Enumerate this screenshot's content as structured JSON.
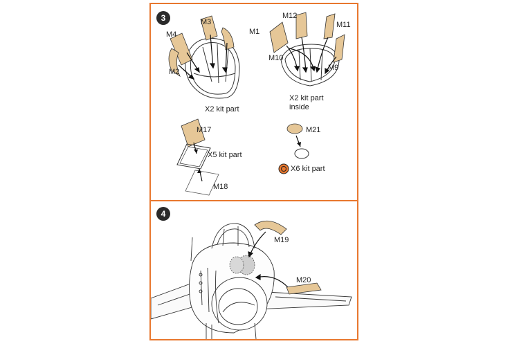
{
  "step3": {
    "number": "3",
    "labels": {
      "m1": "M1",
      "m2": "M2",
      "m3": "M3",
      "m4": "M4",
      "m9": "M9",
      "m10": "M10",
      "m11": "M11",
      "m12": "M12",
      "m17": "M17",
      "m18": "M18",
      "m21": "M21"
    },
    "notes": {
      "canopy_front": "X2 kit part",
      "canopy_inside_line1": "X2 kit part",
      "canopy_inside_line2": "inside",
      "panel_parts": "X5 kit part",
      "light_parts": "X6 kit part"
    }
  },
  "step4": {
    "number": "4",
    "labels": {
      "m19": "M19",
      "m20": "M20"
    }
  },
  "colors": {
    "border": "#e8772e",
    "mask": "#e6c797",
    "line": "#333333",
    "badge": "#2a2a2a"
  }
}
